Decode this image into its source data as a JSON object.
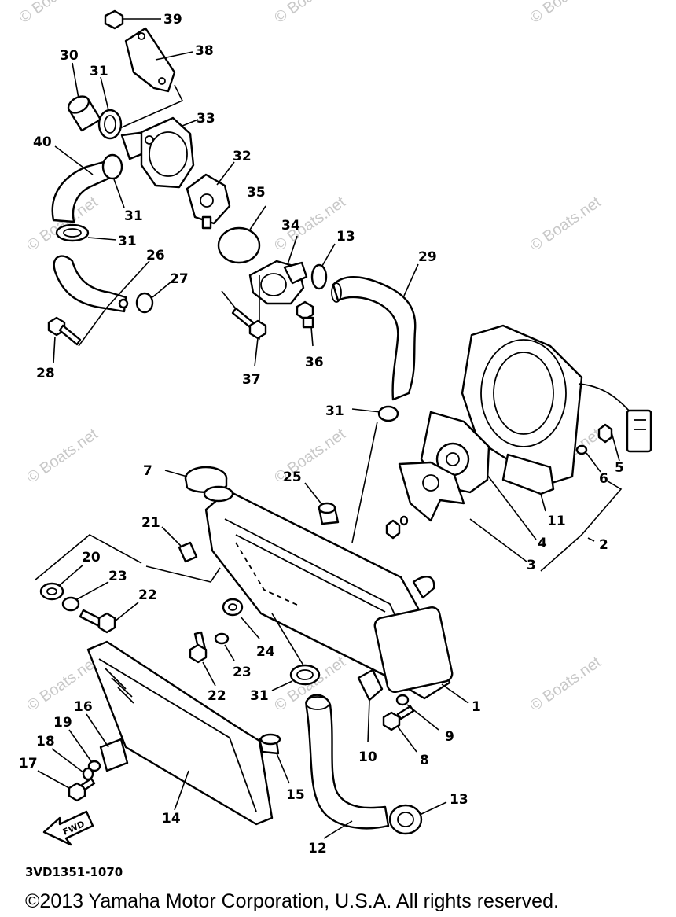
{
  "watermark": "© Boats.net",
  "diagram_code": "3VD1351-1070",
  "copyright": "©2013 Yamaha Motor Corporation, U.S.A. All rights reserved.",
  "fwd_label": "FWD",
  "callouts": [
    "1",
    "2",
    "3",
    "4",
    "5",
    "6",
    "7",
    "8",
    "9",
    "10",
    "11",
    "12",
    "13",
    "14",
    "15",
    "16",
    "17",
    "18",
    "19",
    "20",
    "21",
    "22",
    "23",
    "24",
    "25",
    "26",
    "27",
    "28",
    "29",
    "30",
    "31",
    "32",
    "33",
    "34",
    "35",
    "36",
    "37",
    "38",
    "39",
    "40"
  ]
}
